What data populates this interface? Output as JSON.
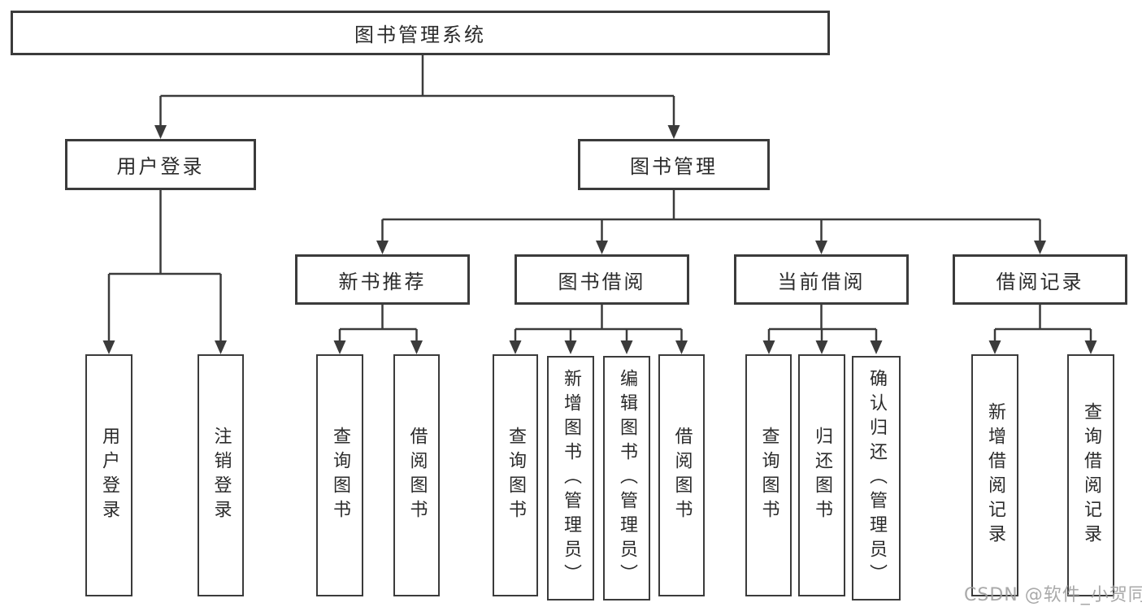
{
  "diagram_type": "hierarchy-tree",
  "colors": {
    "line": "#3b3b3b",
    "box_border": "#3b3b3b",
    "text": "#2b2b2b",
    "watermark": "#9e9e9e",
    "background": "#ffffff"
  },
  "tree": {
    "label": "图书管理系统",
    "children": [
      {
        "label": "用户登录",
        "children": [
          {
            "label": "用户登录"
          },
          {
            "label": "注销登录"
          }
        ]
      },
      {
        "label": "图书管理",
        "children": [
          {
            "label": "新书推荐",
            "children": [
              {
                "label": "查询图书"
              },
              {
                "label": "借阅图书"
              }
            ]
          },
          {
            "label": "图书借阅",
            "children": [
              {
                "label": "查询图书"
              },
              {
                "label": "新增图书（管理员）"
              },
              {
                "label": "编辑图书（管理员）"
              },
              {
                "label": "借阅图书"
              }
            ]
          },
          {
            "label": "当前借阅",
            "children": [
              {
                "label": "查询图书"
              },
              {
                "label": "归还图书"
              },
              {
                "label": "确认归还（管理员）"
              }
            ]
          },
          {
            "label": "借阅记录",
            "children": [
              {
                "label": "新增借阅记录"
              },
              {
                "label": "查询借阅记录"
              }
            ]
          }
        ]
      }
    ]
  },
  "watermark": {
    "text": "CSDN @软件_小贺同学"
  }
}
